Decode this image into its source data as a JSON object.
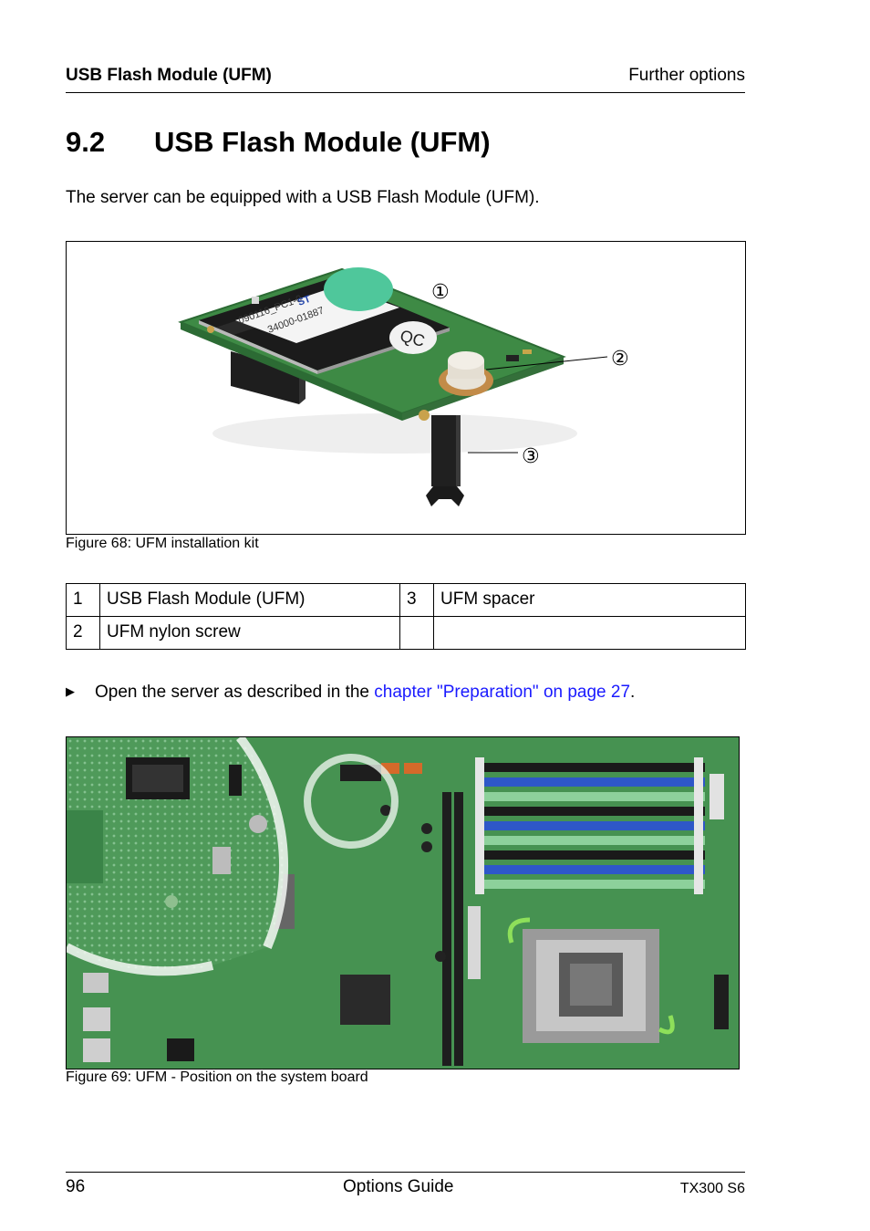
{
  "header": {
    "left": "USB Flash Module (UFM)",
    "right": "Further options"
  },
  "section": {
    "number": "9.2",
    "title": "USB Flash Module (UFM)"
  },
  "intro": "The server can be equipped with a USB Flash Module (UFM).",
  "figure68": {
    "caption": "Figure 68: UFM installation kit",
    "callouts": [
      "①",
      "②",
      "③"
    ],
    "chip_text": {
      "label1": "090116_PC1-0",
      "label2": "34000-01887",
      "qc": "QC",
      "brand": "ST"
    }
  },
  "legend": {
    "rows": [
      {
        "n1": "1",
        "t1": "USB Flash Module (UFM)",
        "n2": "3",
        "t2": "UFM spacer"
      },
      {
        "n1": "2",
        "t1": "UFM nylon screw",
        "n2": "",
        "t2": ""
      }
    ]
  },
  "step": {
    "text_before": "Open the server as described in the ",
    "link": "chapter \"Preparation\" on page 27",
    "text_after": "."
  },
  "figure69": {
    "caption": "Figure 69: UFM - Position on the system board"
  },
  "footer": {
    "page": "96",
    "doc": "Options Guide",
    "model": "TX300 S6"
  },
  "colors": {
    "link": "#1a1aff",
    "pcb_green": "#3e8a45",
    "dimm_blue": "#2e57c8"
  }
}
